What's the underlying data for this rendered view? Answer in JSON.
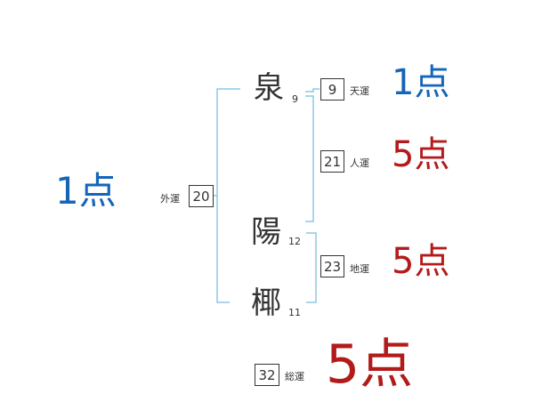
{
  "name": {
    "chars": [
      {
        "char": "泉",
        "strokes": "9"
      },
      {
        "char": "陽",
        "strokes": "12"
      },
      {
        "char": "椰",
        "strokes": "11"
      }
    ]
  },
  "fortunes": {
    "ten": {
      "label": "天運",
      "count": "9",
      "score": "1点",
      "level": "good"
    },
    "jin": {
      "label": "人運",
      "count": "21",
      "score": "5点",
      "level": "bad"
    },
    "chi": {
      "label": "地運",
      "count": "23",
      "score": "5点",
      "level": "bad"
    },
    "gai": {
      "label": "外運",
      "count": "20",
      "score": "1点",
      "level": "good"
    },
    "sou": {
      "label": "総運",
      "count": "32",
      "score": "5点",
      "level": "bad"
    }
  },
  "colors": {
    "good": "#1565b8",
    "bad": "#b31b1b",
    "bracket": "#8ec8e6",
    "text": "#333333"
  }
}
